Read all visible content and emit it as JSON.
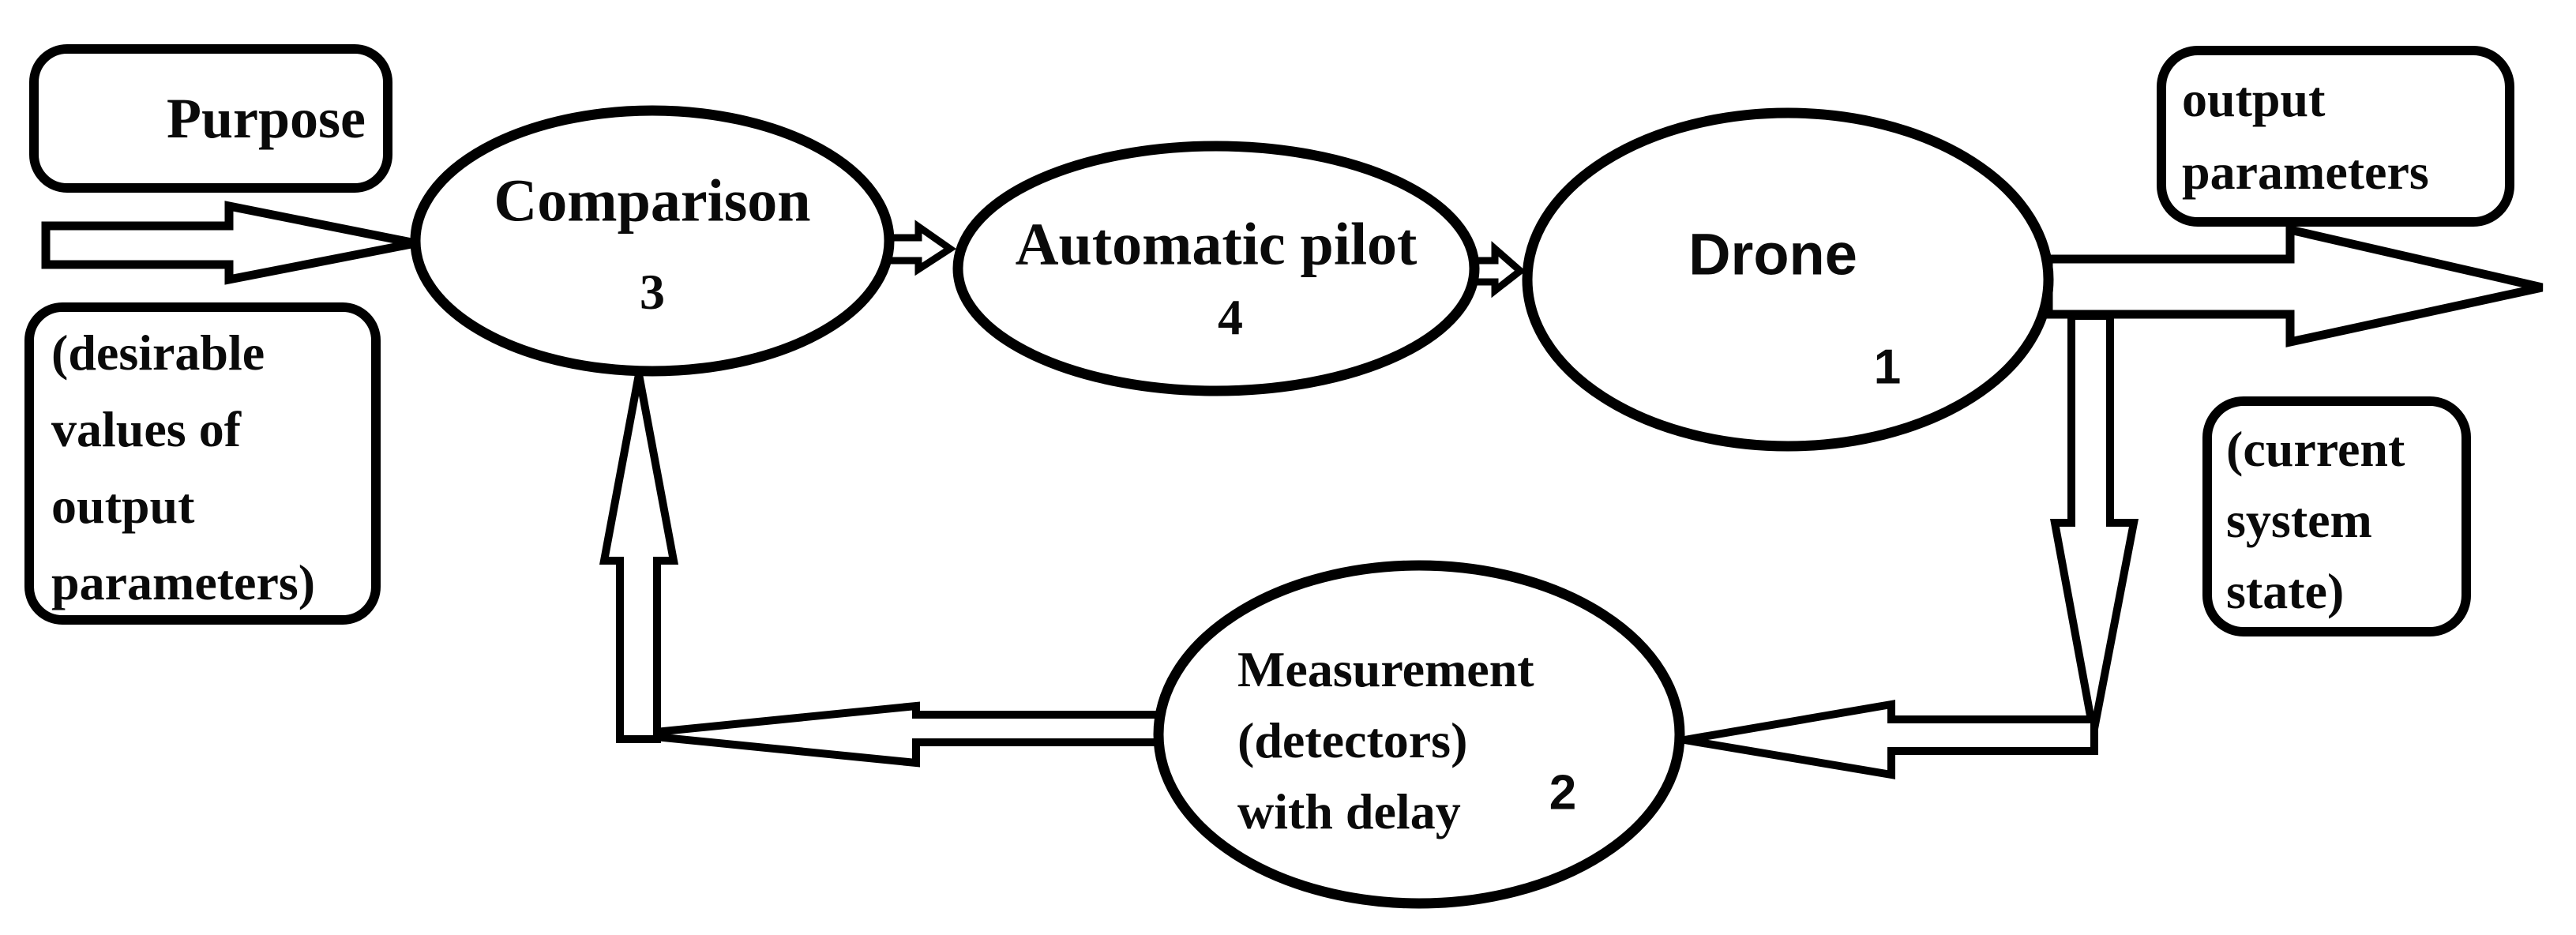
{
  "diagram": {
    "title_hint": "drone control feedback loop",
    "colors": {
      "ink": "#000000",
      "background": "#ffffff"
    },
    "boxes": {
      "purpose": {
        "label": "Purpose"
      },
      "desirable": {
        "lines": [
          "(desirable",
          "values of",
          "output",
          "parameters)"
        ]
      },
      "output_params": {
        "lines": [
          "output",
          "parameters"
        ]
      },
      "current_state": {
        "lines": [
          "(current",
          "system",
          "state)"
        ]
      }
    },
    "nodes": {
      "comparison": {
        "label": "Comparison",
        "number": "3"
      },
      "autopilot": {
        "label": "Automatic pilot",
        "number": "4"
      },
      "drone": {
        "label": "Drone",
        "number": "1"
      },
      "measurement": {
        "lines": [
          "Measurement",
          "(detectors)",
          "with delay"
        ],
        "number": "2"
      }
    }
  }
}
